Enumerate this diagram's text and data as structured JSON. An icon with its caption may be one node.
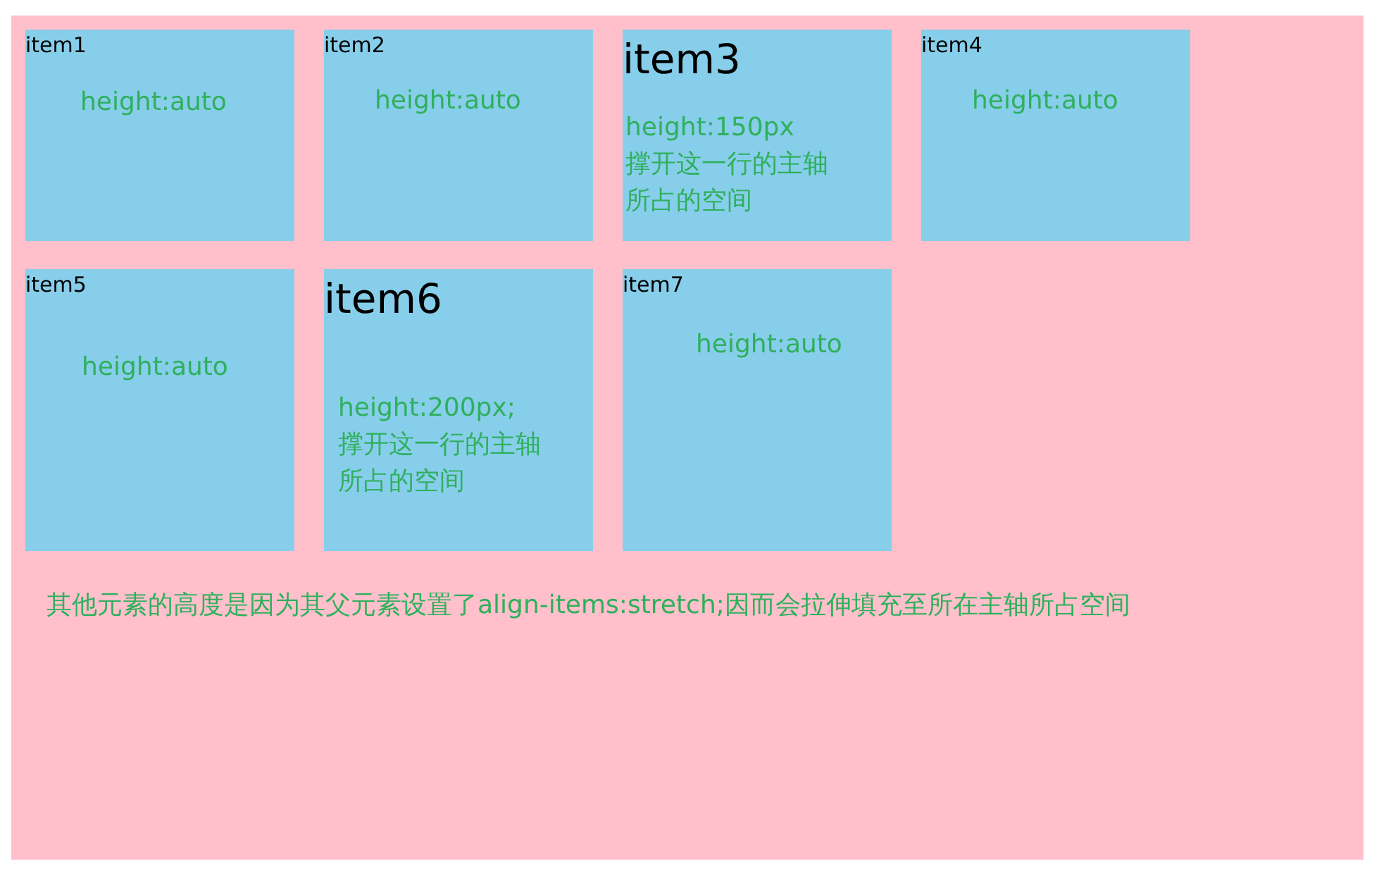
{
  "diagram": {
    "nodes": [
      {
        "text": [
          "其他元素的高度是因为其父元素设置了align-items:stretch;因而会拉伸填充至所在主轴所占空间"
        ]
      },
      {
        "text": [
          "item1",
          "height:auto"
        ],
        "in": 0
      },
      {
        "text": [
          "item2",
          "height:auto"
        ],
        "in": 0
      },
      {
        "text": [
          "item3",
          "height:150px",
          "撑开这一行的主轴所占的空间"
        ],
        "in": 0
      },
      {
        "text": [
          "item4",
          "height:auto"
        ],
        "in": 0
      },
      {
        "text": [
          "item5",
          "height:auto"
        ],
        "in": 0
      },
      {
        "text": [
          "item6",
          "height:200px;",
          "撑开这一行的主轴所占的空间"
        ],
        "in": 0
      },
      {
        "text": [
          "item7",
          "height:auto"
        ],
        "in": 0
      }
    ]
  }
}
